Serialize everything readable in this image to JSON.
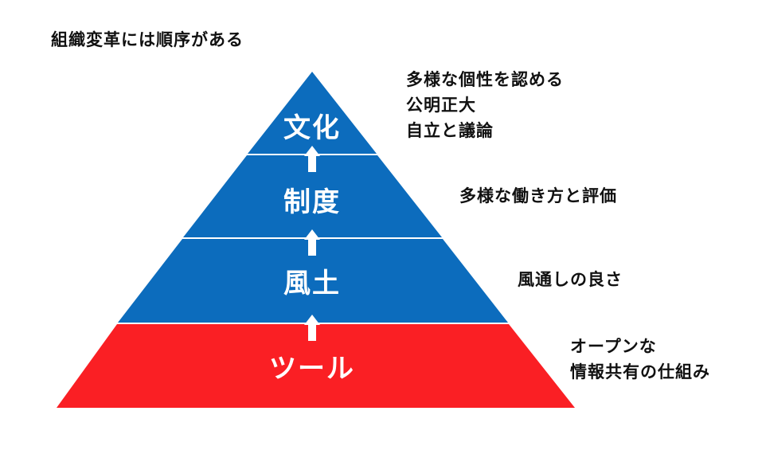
{
  "title": "組織変革には順序がある",
  "colors": {
    "blue": "#0c6cbd",
    "red": "#fa1f24",
    "divider": "#ffffff",
    "text": "#111111"
  },
  "layers": [
    {
      "label": "文化",
      "color": "blue",
      "notes": [
        "多様な個性を認める",
        "公明正大",
        "自立と議論"
      ]
    },
    {
      "label": "制度",
      "color": "blue",
      "notes": [
        "多様な働き方と評価"
      ]
    },
    {
      "label": "風土",
      "color": "blue",
      "notes": [
        "風通しの良さ"
      ]
    },
    {
      "label": "ツール",
      "color": "red",
      "notes": [
        "オープンな",
        "情報共有の仕組み"
      ]
    }
  ]
}
